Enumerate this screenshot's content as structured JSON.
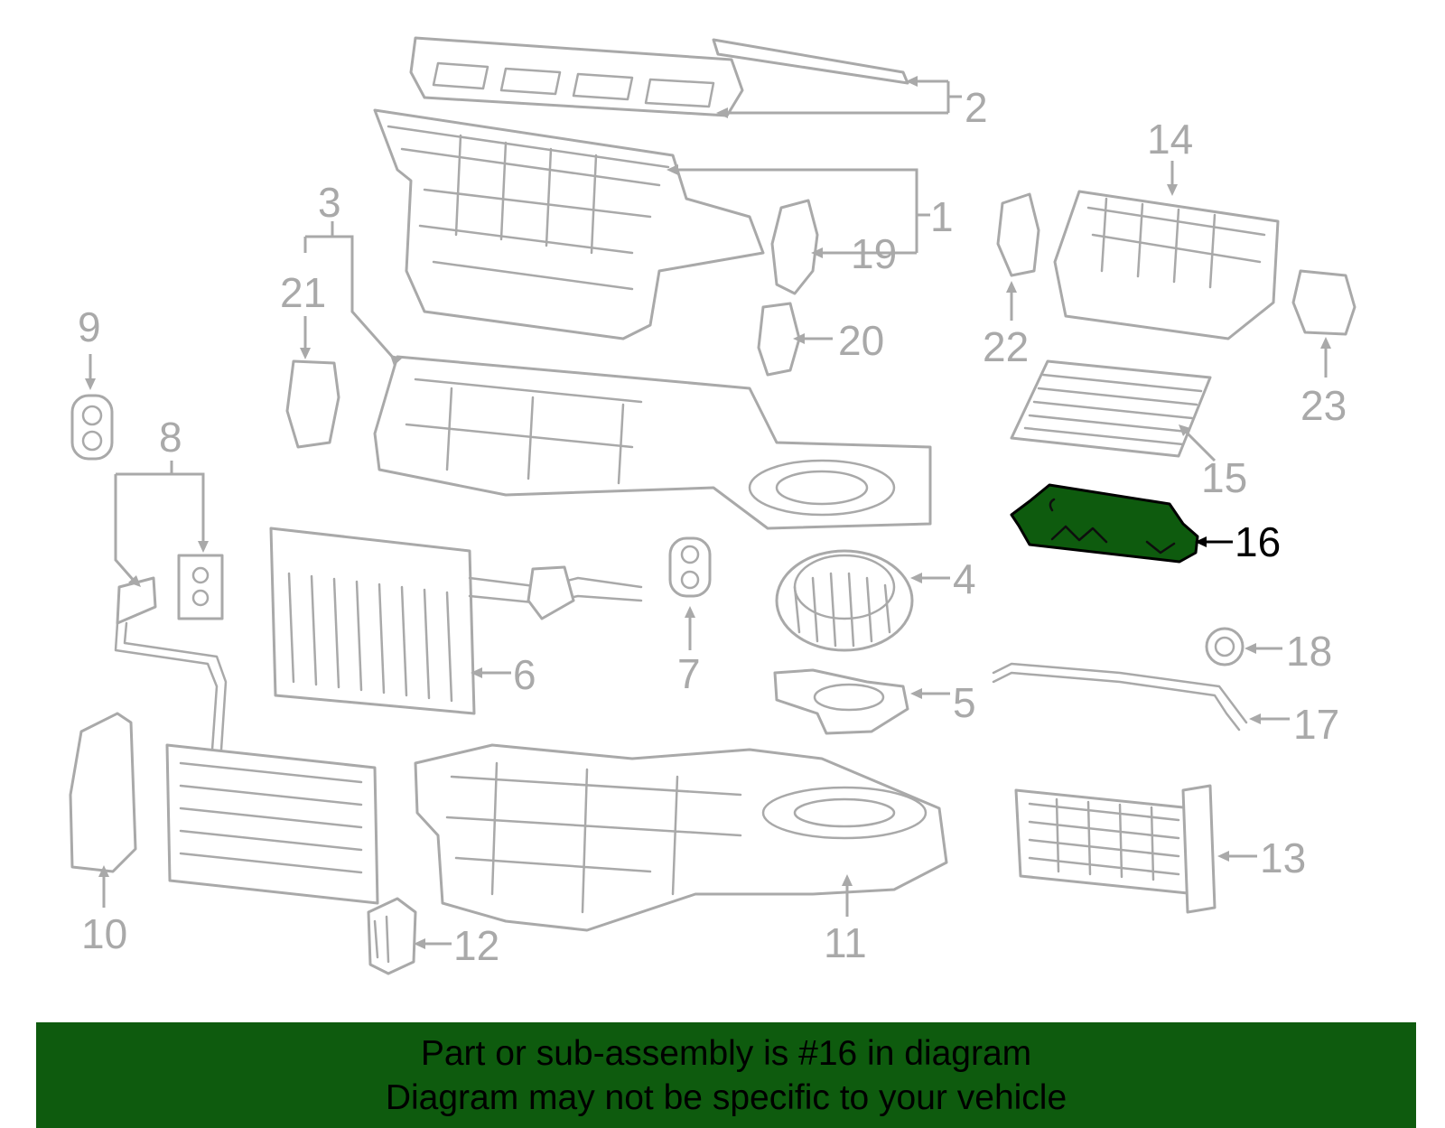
{
  "callouts": [
    "1",
    "2",
    "3",
    "4",
    "5",
    "6",
    "7",
    "8",
    "9",
    "10",
    "11",
    "12",
    "13",
    "14",
    "15",
    "16",
    "17",
    "18",
    "19",
    "20",
    "21",
    "22",
    "23"
  ],
  "highlighted_part": "16",
  "highlight_color": "#0e5b0e",
  "part_color": "#a9a9a9",
  "banner": {
    "line1": "Part or sub-assembly is #16 in diagram",
    "line2": "Diagram may not be specific to your vehicle"
  }
}
